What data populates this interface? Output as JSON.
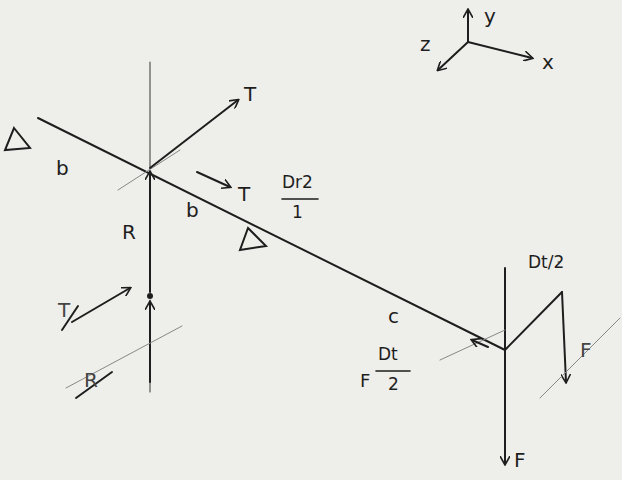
{
  "diagram": {
    "labels": [
      "y",
      "z",
      "x",
      "T",
      "b",
      "T",
      "Dr2",
      "1",
      "R",
      "b",
      "c",
      "Dt/2",
      "F",
      "Dt",
      "2",
      "F",
      "T",
      "R",
      "F"
    ]
  }
}
